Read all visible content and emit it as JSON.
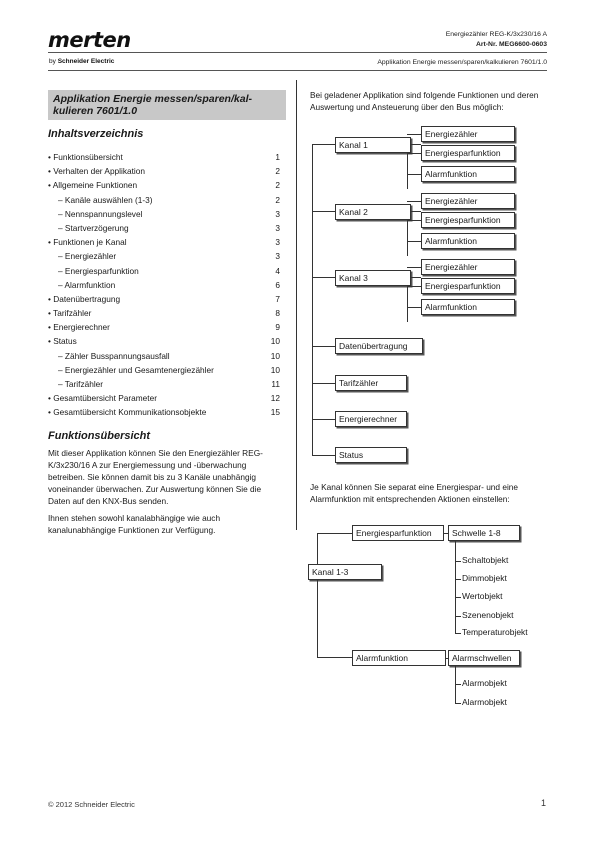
{
  "brand": {
    "logo": "merten",
    "byline_prefix": "by",
    "byline_company": "Schneider Electric"
  },
  "header": {
    "line1": "Energiezähler REG-K/3x230/16 A",
    "line2": "Art-Nr. MEG6600-0603",
    "line3": "Applikation Energie messen/sparen/kalkulieren 7601/1.0"
  },
  "title": "Applikation Energie messen/sparen/kal-kulieren 7601/1.0",
  "toc": {
    "heading": "Inhaltsverzeichnis",
    "items": [
      {
        "text": "• Funktionsübersicht",
        "page": "1"
      },
      {
        "text": "• Verhalten der Applikation",
        "page": "2"
      },
      {
        "text": "• Allgemeine Funktionen",
        "page": "2"
      },
      {
        "text": "– Kanäle auswählen (1-3)",
        "page": "2",
        "sub": true
      },
      {
        "text": "– Nennspannungslevel",
        "page": "3",
        "sub": true
      },
      {
        "text": "– Startverzögerung",
        "page": "3",
        "sub": true
      },
      {
        "text": "• Funktionen je Kanal",
        "page": "3"
      },
      {
        "text": "– Energiezähler",
        "page": "3",
        "sub": true
      },
      {
        "text": "– Energiesparfunktion",
        "page": "4",
        "sub": true
      },
      {
        "text": "– Alarmfunktion",
        "page": "6",
        "sub": true
      },
      {
        "text": "• Datenübertragung",
        "page": "7"
      },
      {
        "text": "• Tarifzähler",
        "page": "8"
      },
      {
        "text": "• Energierechner",
        "page": "9"
      },
      {
        "text": "• Status",
        "page": "10"
      },
      {
        "text": "– Zähler Busspannungsausfall",
        "page": "10",
        "sub": true
      },
      {
        "text": "– Energiezähler und Gesamtenergiezähler",
        "page": "10",
        "sub": true
      },
      {
        "text": "– Tarifzähler",
        "page": "11",
        "sub": true
      },
      {
        "text": "• Gesamtübersicht Parameter",
        "page": "12"
      },
      {
        "text": "• Gesamtübersicht Kommunikationsobjekte",
        "page": "15"
      }
    ]
  },
  "overview": {
    "heading": "Funktionsübersicht",
    "p1": "Mit dieser Applikation können Sie den Energiezähler REG-K/3x230/16 A zur Energiemessung und -überwachung betreiben. Sie können damit bis zu 3 Kanäle unabhängig voneinander überwachen. Zur Auswertung können Sie die Daten auf den KNX-Bus senden.",
    "p2": "Ihnen stehen sowohl kanalabhängige wie auch kanalunabhängige Funktionen zur Verfügung."
  },
  "right": {
    "intro": "Bei geladener Applikation sind folgende Funktionen und deren Auswertung und Ansteuerung über den Bus möglich:",
    "channels": [
      {
        "label": "Kanal 1",
        "functions": [
          "Energiezähler",
          "Energiesparfunktion",
          "Alarmfunktion"
        ]
      },
      {
        "label": "Kanal 2",
        "functions": [
          "Energiezähler",
          "Energiesparfunktion",
          "Alarmfunktion"
        ]
      },
      {
        "label": "Kanal 3",
        "functions": [
          "Energiezähler",
          "Energiesparfunktion",
          "Alarmfunktion"
        ]
      }
    ],
    "others": [
      "Datenübertragung",
      "Tarifzähler",
      "Energierechner",
      "Status"
    ],
    "intro2": "Je Kanal können Sie separat eine Energiespar- und eine Alarmfunktion mit entsprechenden Aktionen einstellen:",
    "d2": {
      "channel": "Kanal 1-3",
      "saving": "Energiesparfunktion",
      "threshold": "Schwelle 1-8",
      "objects": [
        "Schaltobjekt",
        "Dimmobjekt",
        "Wertobjekt",
        "Szenenobjekt",
        "Temperaturobjekt"
      ],
      "alarm": "Alarmfunktion",
      "alarm_thresholds": "Alarmschwellen",
      "alarm_objects": [
        "Alarmobjekt",
        "Alarmobjekt"
      ]
    }
  },
  "footer": {
    "copyright": "© 2012 Schneider Electric",
    "page": "1"
  }
}
